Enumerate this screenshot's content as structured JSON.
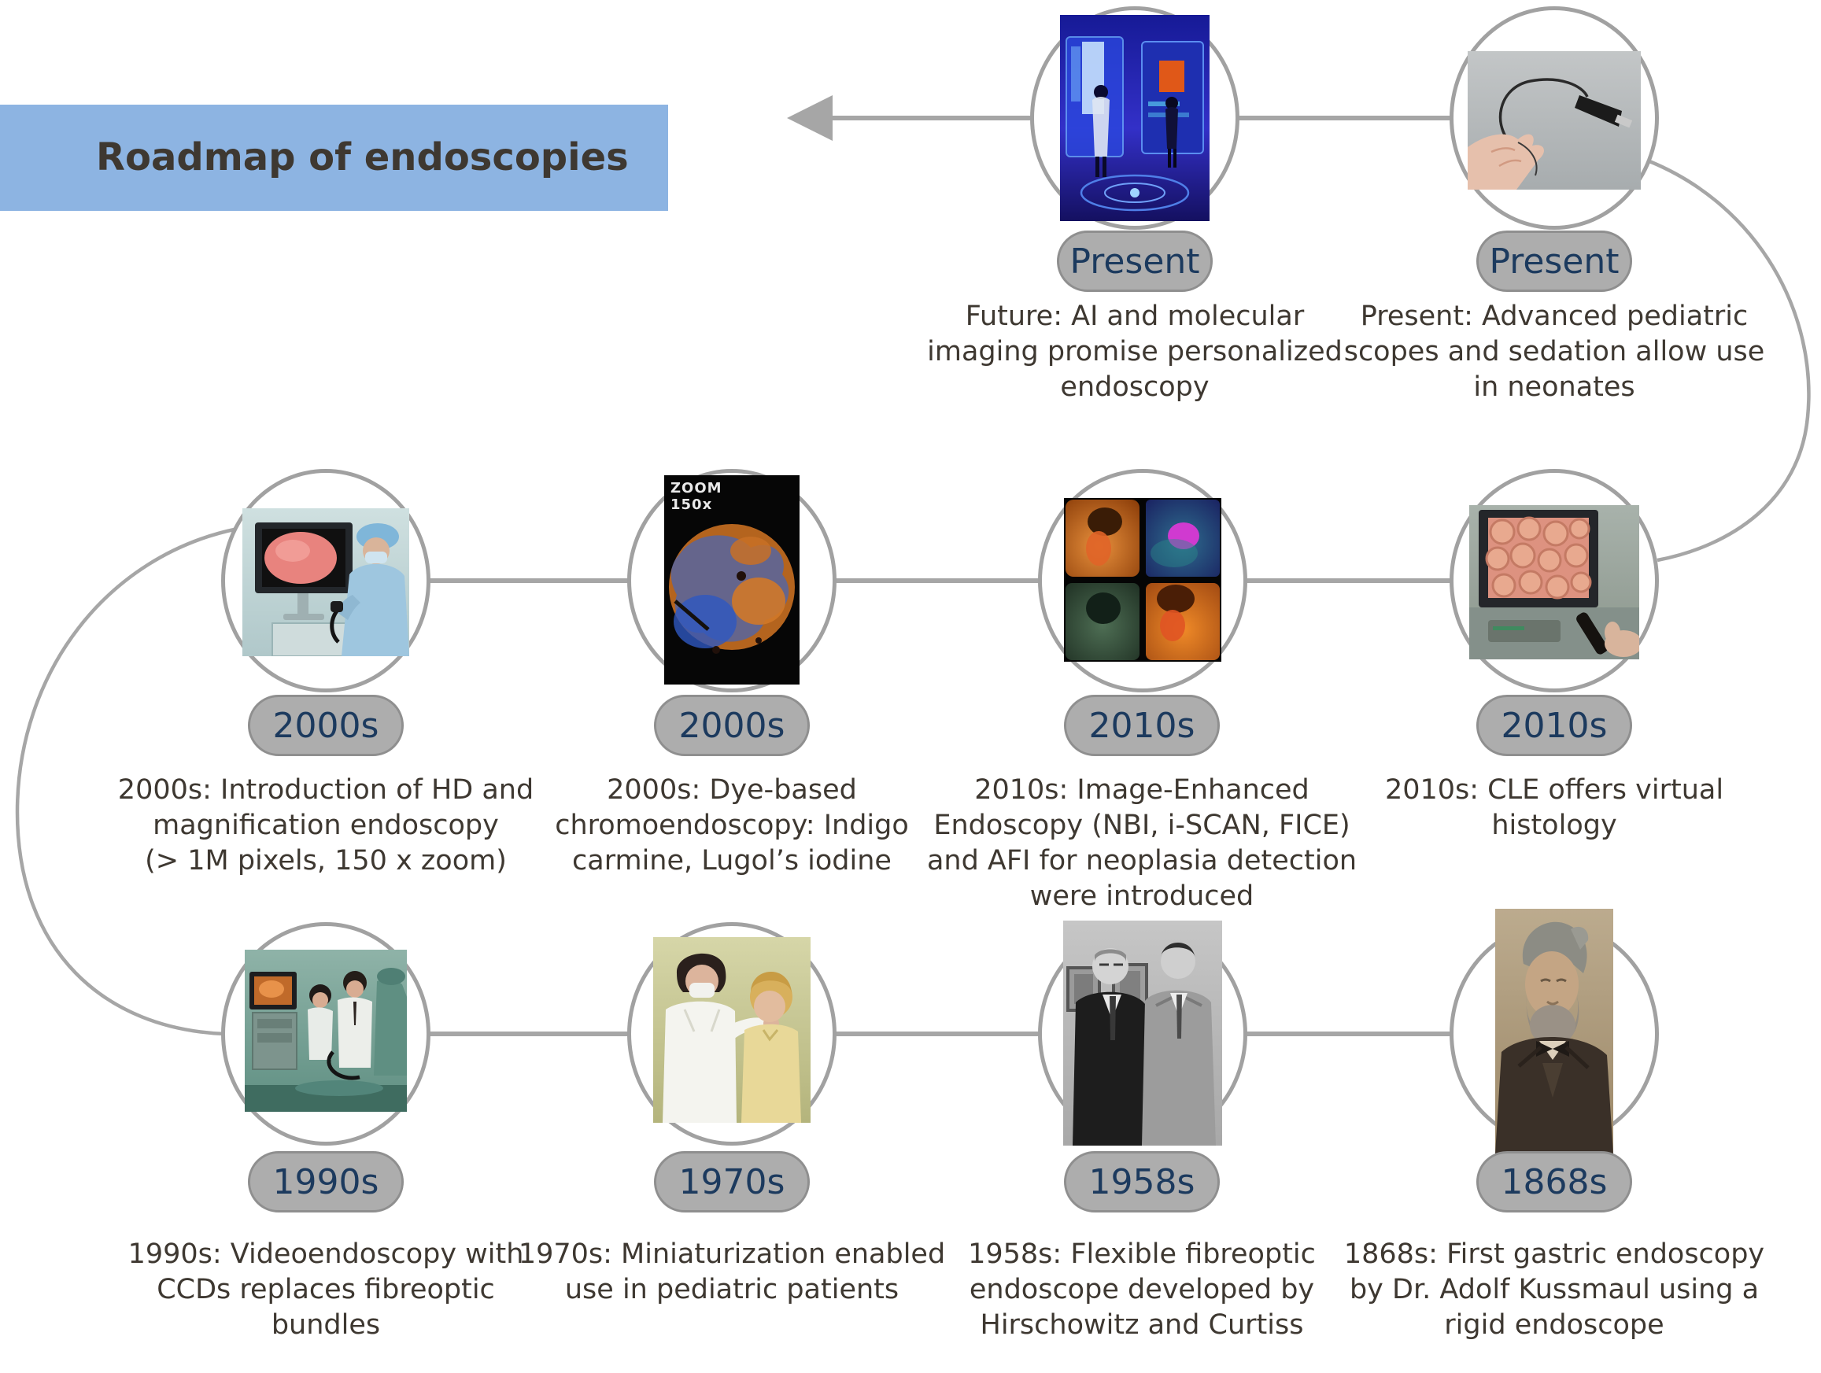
{
  "title": {
    "text": "Roadmap of endoscopies"
  },
  "palette": {
    "banner_bg": "#8db4e2",
    "title_text": "#3e3831",
    "badge_bg": "#adadad",
    "badge_border": "#8f8f8f",
    "badge_text": "#1c3a5e",
    "body_text": "#3e3831",
    "connector_gray": "#a6a6a6",
    "ellipse_stroke": "#a1a1a1"
  },
  "nodes": [
    {
      "era": "Present",
      "description": "Future: AI and molecular\nimaging promise personalized\nendoscopy",
      "image_desc": "futuristic blue room, two figures at glowing holographic medical screens"
    },
    {
      "era": "Present",
      "description": "Present: Advanced pediatric\nscopes and sedation allow use\nin neonates",
      "image_desc": "hand holding ultra-thin flexible neonatal endoscope on gray background"
    },
    {
      "era": "2000s",
      "description": "2000s: Introduction of HD and\nmagnification endoscopy\n(> 1M pixels, 150 x zoom)",
      "image_desc": "surgeon in blue scrubs viewing HD endoscopy monitor"
    },
    {
      "era": "2000s",
      "description": "2000s: Dye-based\nchromoendoscopy: Indigo\ncarmine, Lugol’s iodine",
      "image_overlay_text": "ZOOM\n150x",
      "image_desc": "chromoendoscopy circular view, blue dye over orange mucosa"
    },
    {
      "era": "2010s",
      "description": "2010s: Image-Enhanced\nEndoscopy (NBI, i-SCAN, FICE)\nand AFI for neoplasia detection\nwere introduced",
      "image_desc": "four endoscopic views: white-light orange, NBI purple, AFI green, enhanced orange"
    },
    {
      "era": "2010s",
      "description": "2010s: CLE offers virtual\nhistology",
      "image_desc": "monitor showing confocal laser endomicroscopy honeycomb cell pattern"
    },
    {
      "era": "1990s",
      "description": "1990s: Videoendoscopy with\nCCDs replaces fibreoptic\nbundles",
      "image_desc": "endoscopy team in teal room with video monitor"
    },
    {
      "era": "1970s",
      "description": "1970s: Miniaturization enabled\nuse in pediatric patients",
      "image_desc": "masked nurse comforting a young child"
    },
    {
      "era": "1958s",
      "description": "1958s: Flexible fibreoptic\nendoscope developed by\nHirschowitz and Curtiss",
      "image_desc": "black-and-white photo of Hirschowitz and Curtiss in suits"
    },
    {
      "era": "1868s",
      "description": "1868s: First gastric endoscopy\nby Dr. Adolf Kussmaul using a\nrigid endoscope",
      "image_desc": "sepia portrait of Dr. Adolf Kussmaul with beard and bow tie"
    }
  ]
}
